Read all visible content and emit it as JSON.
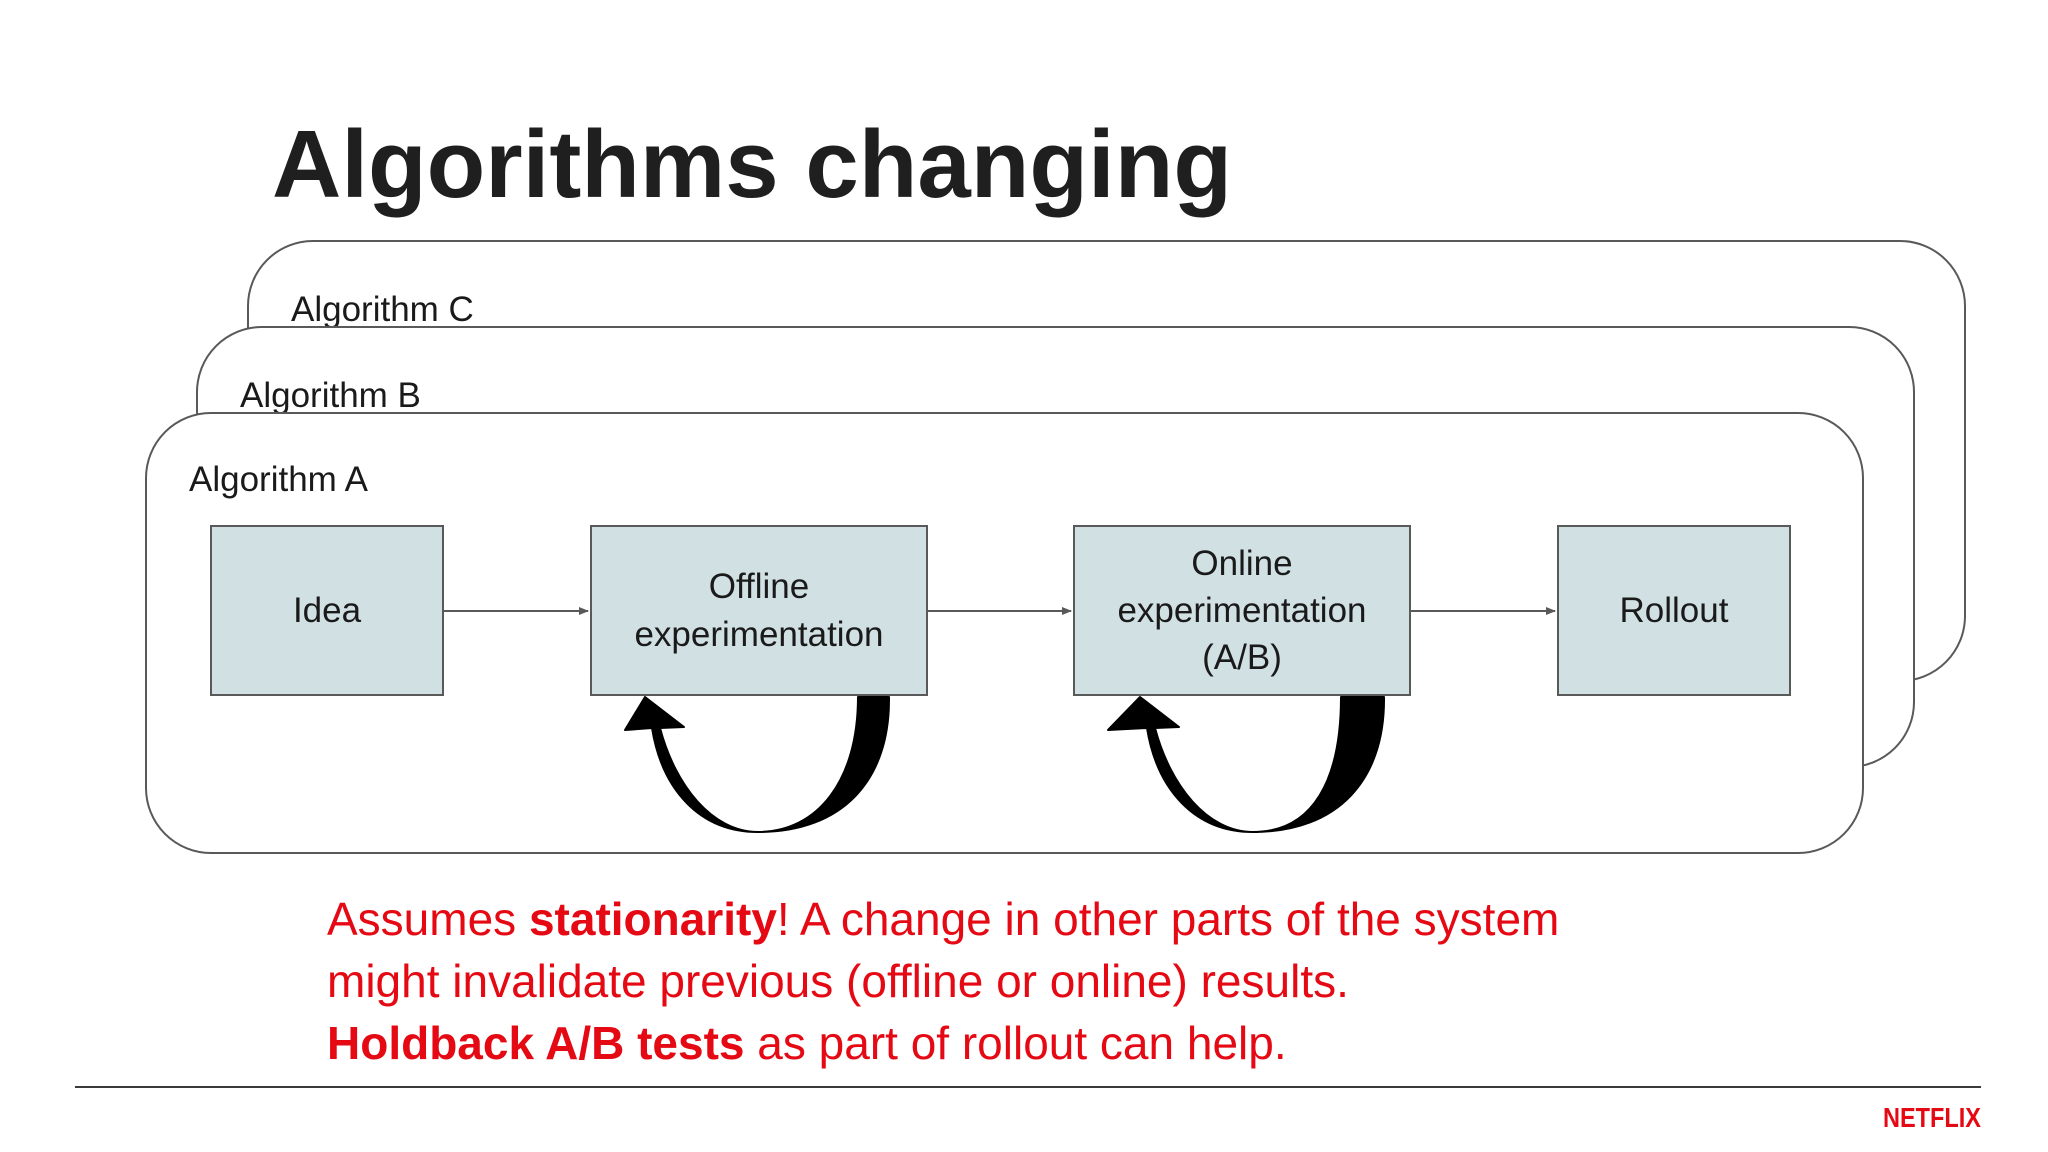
{
  "slide": {
    "title": "Algorithms changing"
  },
  "panels": [
    {
      "label": "Algorithm C"
    },
    {
      "label": "Algorithm B"
    },
    {
      "label": "Algorithm A"
    }
  ],
  "stages": [
    {
      "label": "Idea"
    },
    {
      "label": "Offline\nexperimentation"
    },
    {
      "label": "Online\nexperimentation\n(A/B)"
    },
    {
      "label": "Rollout"
    }
  ],
  "note": {
    "line1_a": "Assumes ",
    "line1_b": "stationarity",
    "line1_c": "! A change in other parts of the system",
    "line2": "might invalidate previous (offline or online) results.",
    "line3_a": "Holdback A/B tests",
    "line3_b": " as part of rollout can help."
  },
  "brand": {
    "logo_text": "NETFLIX",
    "color": "#e50914"
  },
  "colors": {
    "stage_fill": "#d0e0e3",
    "note_text": "#e50914",
    "title_text": "#1f1f1f"
  }
}
